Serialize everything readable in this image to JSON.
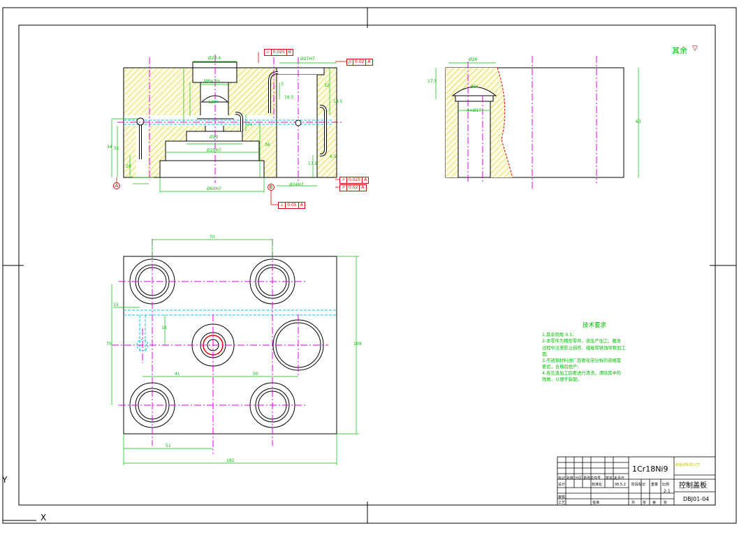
{
  "sheet": {
    "roughness_note": "其余",
    "corner_marks": {
      "y": "Y",
      "x": "X"
    }
  },
  "colors": {
    "outline": "#000000",
    "dimension": "#00c000",
    "center_line": "#e000e0",
    "hidden_line": "#00c8e0",
    "hatch": "#c8c800",
    "hatch_fill": "#fffbe0",
    "annotation": "#e00000"
  },
  "front_view": {
    "dims": {
      "d1": "Ø23.4",
      "d2": "M8×7H",
      "d3": "120°",
      "d4": "Ø20",
      "d5": "Ø25H7",
      "d6": "Ø60H7",
      "d7": "Ø24H7",
      "d8": "Ø27H7",
      "v34": "34",
      "v31": "31",
      "v20": "20",
      "v36": "36",
      "v21": "21",
      "v17_5": "17.5",
      "v6_5": "6.5",
      "v32": "32",
      "v14_5": "14.5",
      "v3": "3",
      "v16_5": "16.5"
    },
    "datums": {
      "a": "A",
      "b": "B"
    },
    "fcf": {
      "top_flat": {
        "sym": "⏥",
        "val": "0.025",
        "ref": "B"
      },
      "top_par": {
        "sym": "//",
        "val": "0.02",
        "ref": "A"
      },
      "right1": {
        "sym": "↗",
        "val": "0.025",
        "ref": "A"
      },
      "right2": {
        "sym": "↗",
        "val": "0.02",
        "ref": "A"
      },
      "bottom": {
        "sym": "⊥",
        "val": "0.05",
        "ref": "A"
      }
    }
  },
  "side_view": {
    "dims": {
      "w1": "Ø26",
      "h1": "17.5",
      "a1": "90°",
      "d1": "4×Ø17",
      "h2": "63"
    }
  },
  "plan_view": {
    "dims": {
      "w70": "70",
      "v15": "15",
      "v18": "18",
      "v70": "70",
      "v41": "41",
      "v50": "50",
      "h51": "51",
      "w182": "182",
      "h109": "109"
    }
  },
  "tech": {
    "title": "技术要求",
    "lines": [
      "1.其余倒角  0.5;",
      "2.本零件为精密零件，调生产加工、搬准",
      "  过程中注意防止损伤、磕碰和锈蚀导致加工",
      "  面;",
      "3.不锈钢材料进厂后要化学分析的资格需",
      "  要验，合格后投产;",
      "4.各孔道加工后要进行清洗，清除其中的",
      "  残屑，以便于装配。"
    ]
  },
  "title_block": {
    "material": "1Cr18Ni9",
    "company": "新能源有限公司",
    "part_name": "控制盖板",
    "drawing_no": "DBJ01-04",
    "scale": "2:1",
    "headers": [
      "标记",
      "处数",
      "分区",
      "更改文件号",
      "签名",
      "年月日"
    ],
    "row2": [
      "设计",
      "标准化",
      "阶段标记",
      "重量",
      "比例"
    ],
    "row3": [
      "审核",
      "",
      "工艺",
      "批准"
    ],
    "row4": [
      "共",
      "张",
      "第",
      "张"
    ],
    "date": "06.5.2"
  }
}
